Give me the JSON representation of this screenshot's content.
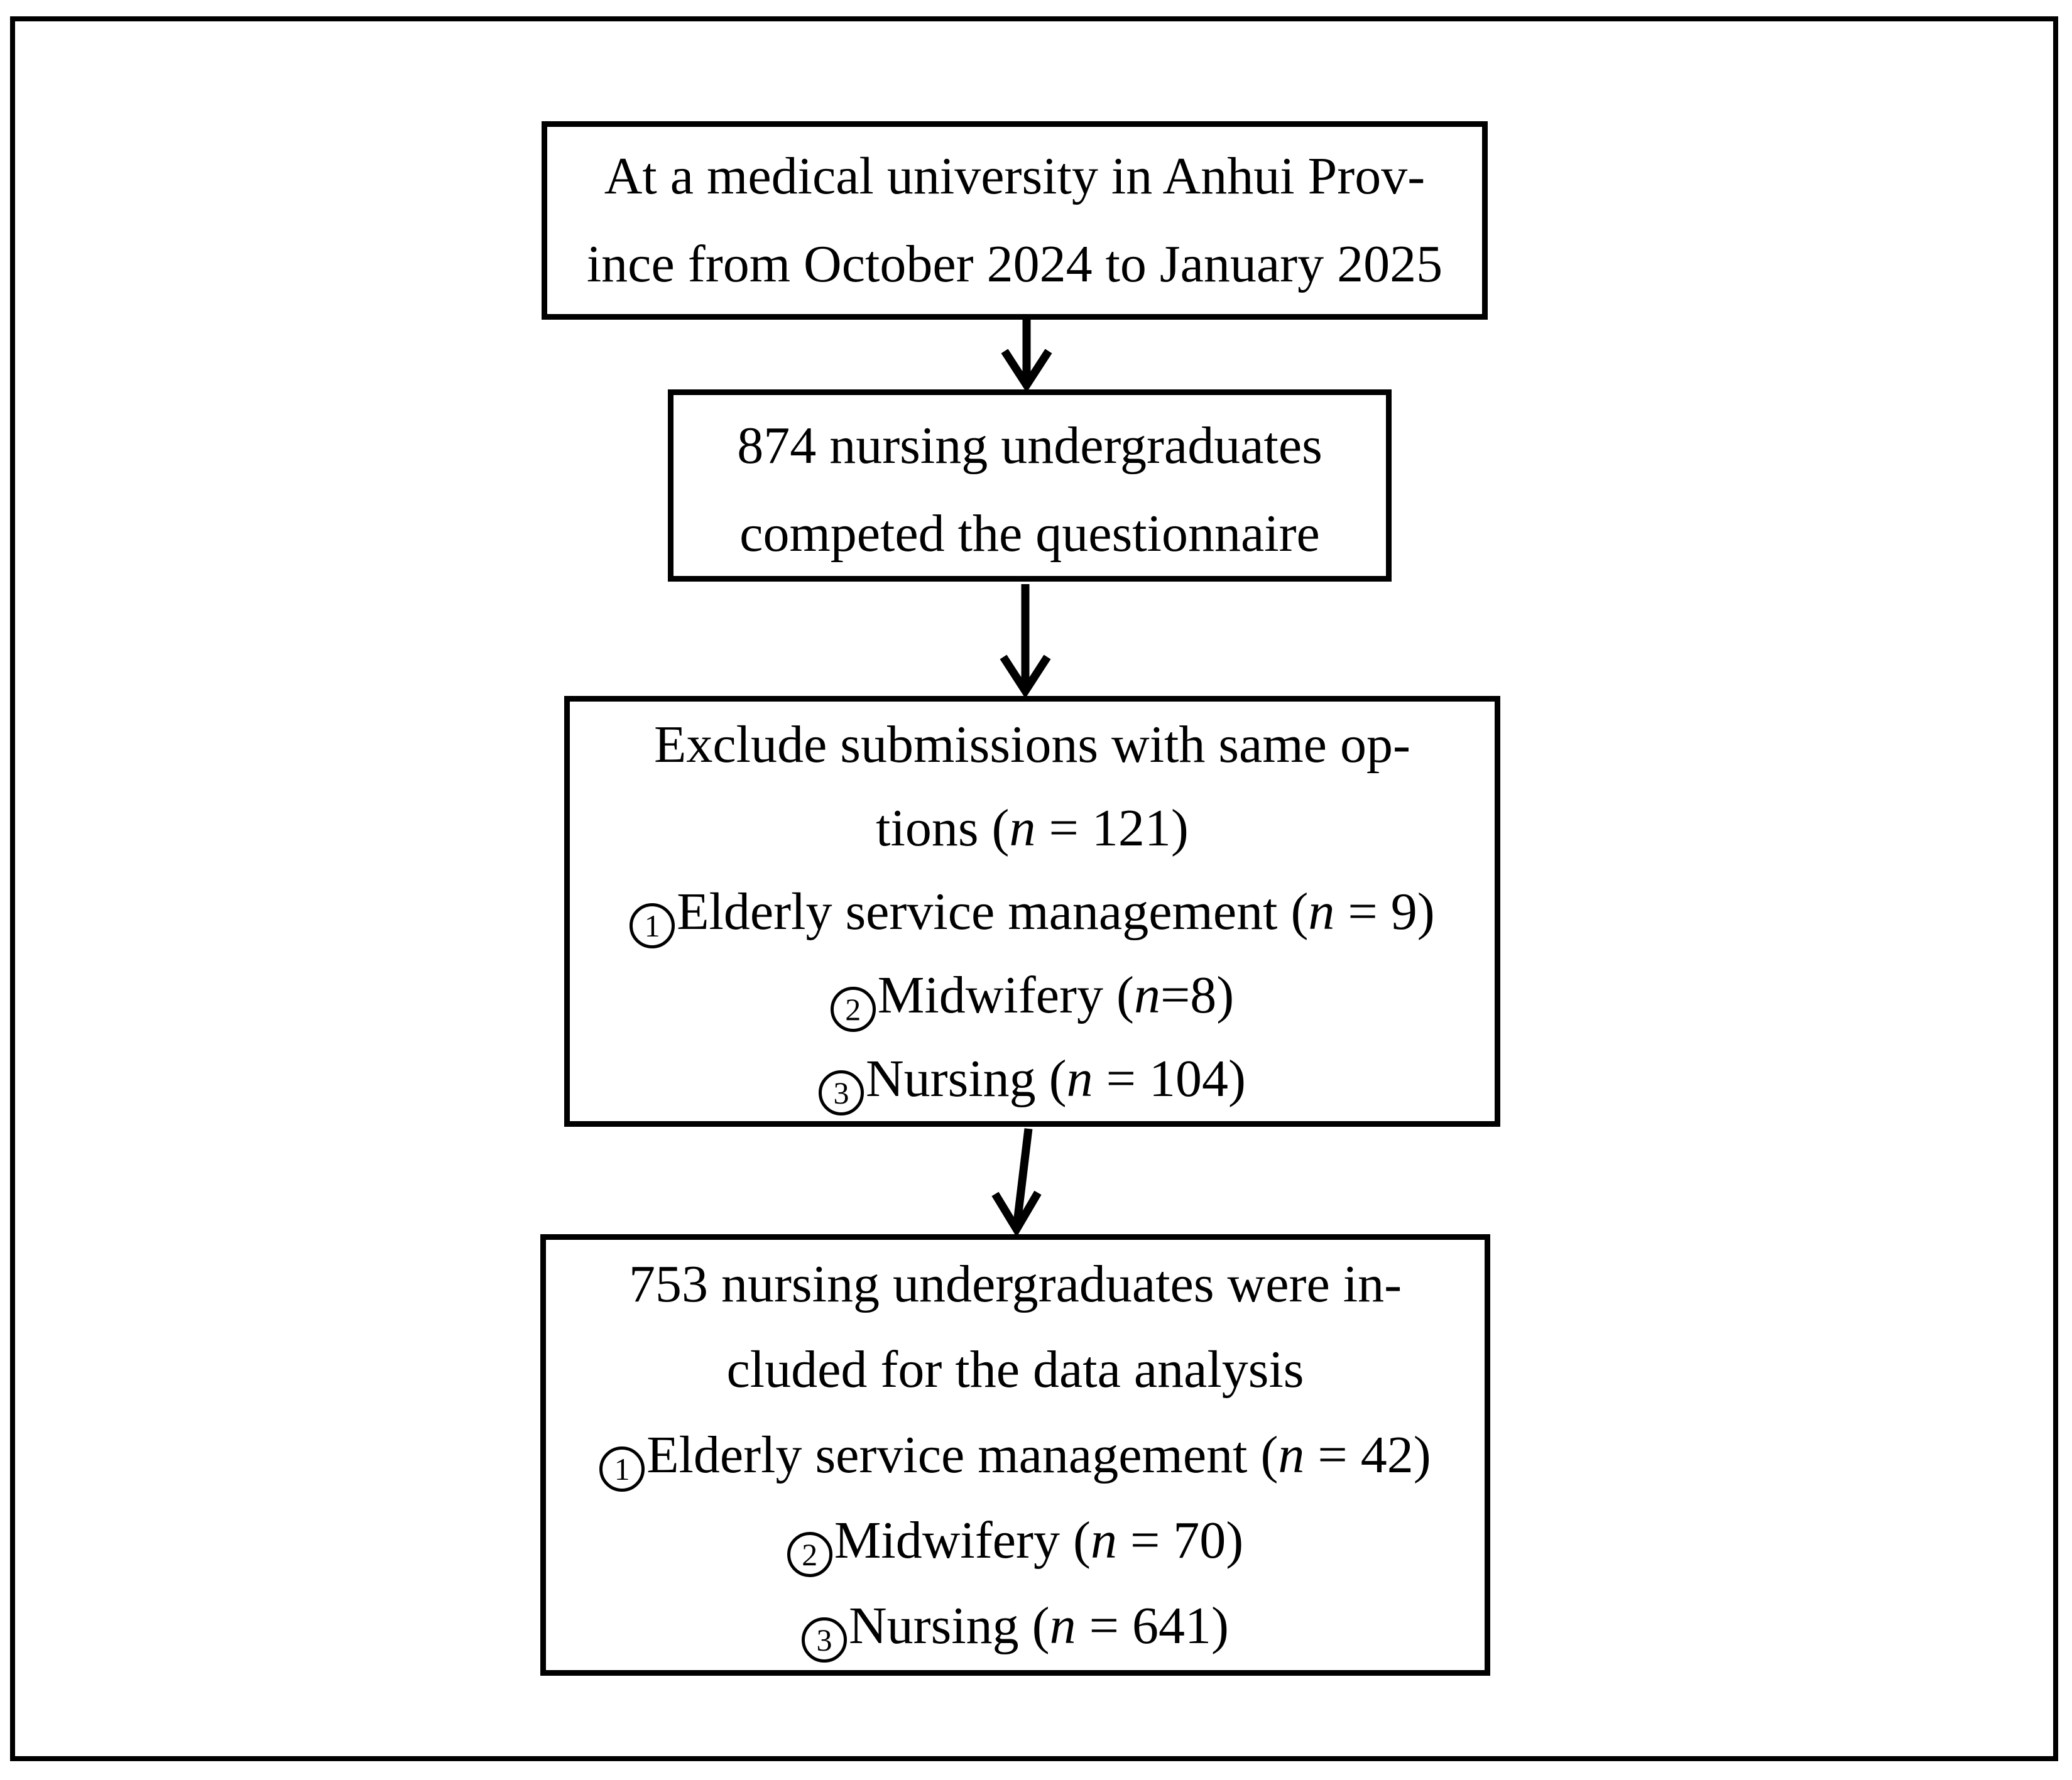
{
  "figure": {
    "ink_color": "#000000",
    "background_color": "#ffffff"
  },
  "boxes": [
    {
      "id": "setting",
      "lines": [
        {
          "text": "At a medical university in Anhui Prov-"
        },
        {
          "text": "ince from October 2024 to January 2025"
        }
      ]
    },
    {
      "id": "completed",
      "lines": [
        {
          "text": "874 nursing undergraduates"
        },
        {
          "text": "competed the questionnaire"
        }
      ]
    },
    {
      "id": "excluded",
      "lines": [
        {
          "text": "Exclude submissions with same op-"
        },
        {
          "before": "tions (",
          "var": "n",
          "after": " = 121)"
        },
        {
          "num": "1",
          "before": "Elderly service management (",
          "var": "n",
          "after": " = 9)"
        },
        {
          "num": "2",
          "before": "Midwifery (",
          "var": "n",
          "after": "=8)"
        },
        {
          "num": "3",
          "before": "Nursing (",
          "var": "n",
          "after": " = 104)"
        }
      ]
    },
    {
      "id": "included",
      "lines": [
        {
          "text": "753 nursing undergraduates were in-"
        },
        {
          "text": "cluded for the data analysis"
        },
        {
          "num": "1",
          "before": "Elderly service management (",
          "var": "n",
          "after": " = 42)"
        },
        {
          "num": "2",
          "before": "Midwifery (",
          "var": "n",
          "after": " = 70)"
        },
        {
          "num": "3",
          "before": "Nursing (",
          "var": "n",
          "after": " = 641)"
        }
      ]
    }
  ],
  "connectors": [
    {
      "icon": "down-arrow",
      "from": "setting",
      "to": "completed"
    },
    {
      "icon": "down-arrow",
      "from": "completed",
      "to": "excluded"
    },
    {
      "icon": "down-arrow",
      "from": "excluded",
      "to": "included"
    }
  ]
}
